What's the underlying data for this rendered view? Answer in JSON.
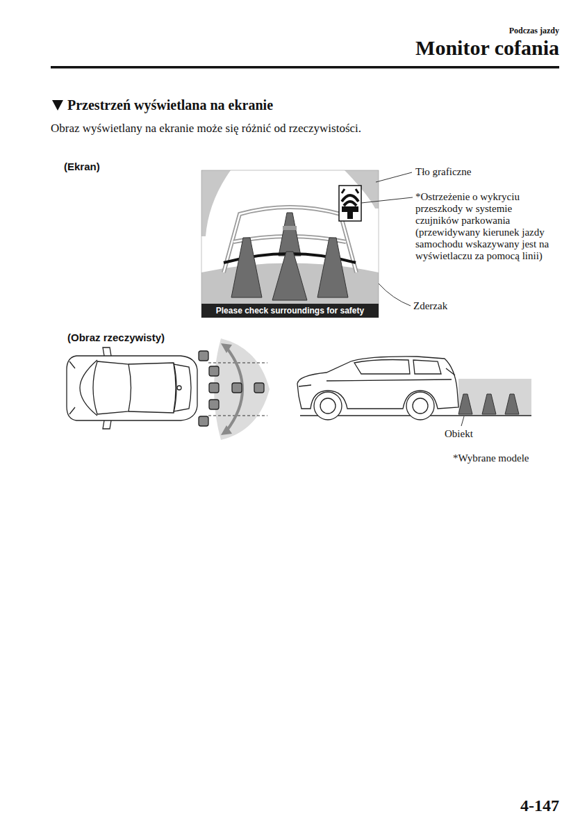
{
  "diagram": {
    "title": "Monitor cofania",
    "nodes": [
      {
        "text": [
          "Please check surroundings for safety"
        ]
      }
    ],
    "labels": [
      "Podczas jazdy",
      "Przestrzeń wyświetlana na ekranie",
      "Obraz wyświetlany na ekranie może się różnić od rzeczywistości.",
      "(Ekran)",
      "Tło graficzne",
      "*Ostrzeżenie o wykryciu przeszkody w systemie czujników parkowania (przewidywany kierunek jazdy samochodu wskazywany jest na wyświetlaczu za pomocą linii)",
      "Zderzak",
      "(Obraz rzeczywisty)",
      "Obiekt",
      "*Wybrane modele",
      "4-147"
    ]
  }
}
